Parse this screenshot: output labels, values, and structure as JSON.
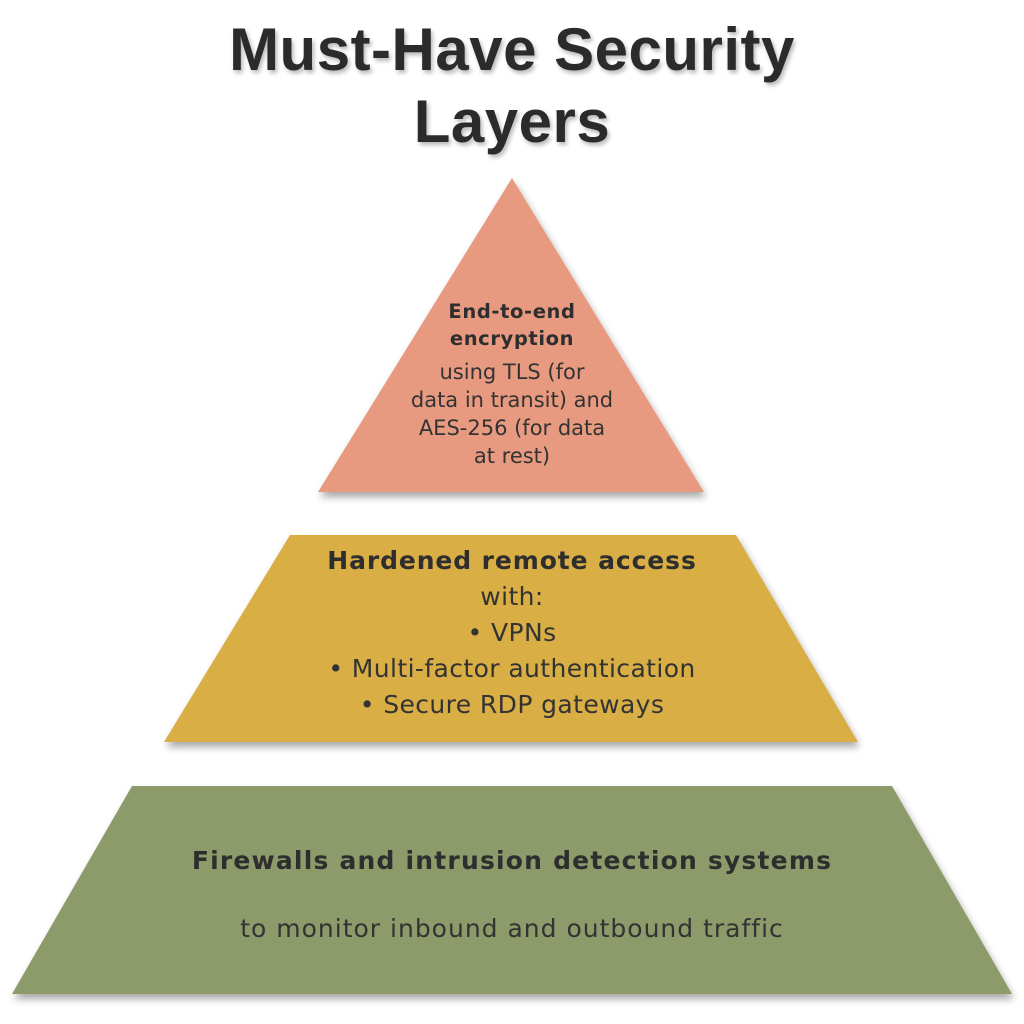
{
  "title": {
    "line1": "Must-Have Security",
    "line2": "Layers"
  },
  "layers": [
    {
      "heading_line1": "End-to-end",
      "heading_line2": "encryption",
      "body_lines": [
        "using TLS (for",
        "data in transit) and",
        "AES-256 (for data",
        "at rest)"
      ],
      "color": "#e89a80"
    },
    {
      "heading": "Hardened remote access",
      "intro": "with:",
      "bullets": [
        "• VPNs",
        "• Multi-factor authentication",
        "• Secure RDP gateways"
      ],
      "color": "#d9ae45"
    },
    {
      "heading": "Firewalls and intrusion detection systems",
      "body": "to monitor inbound and outbound traffic",
      "color": "#8d9a6a"
    }
  ]
}
